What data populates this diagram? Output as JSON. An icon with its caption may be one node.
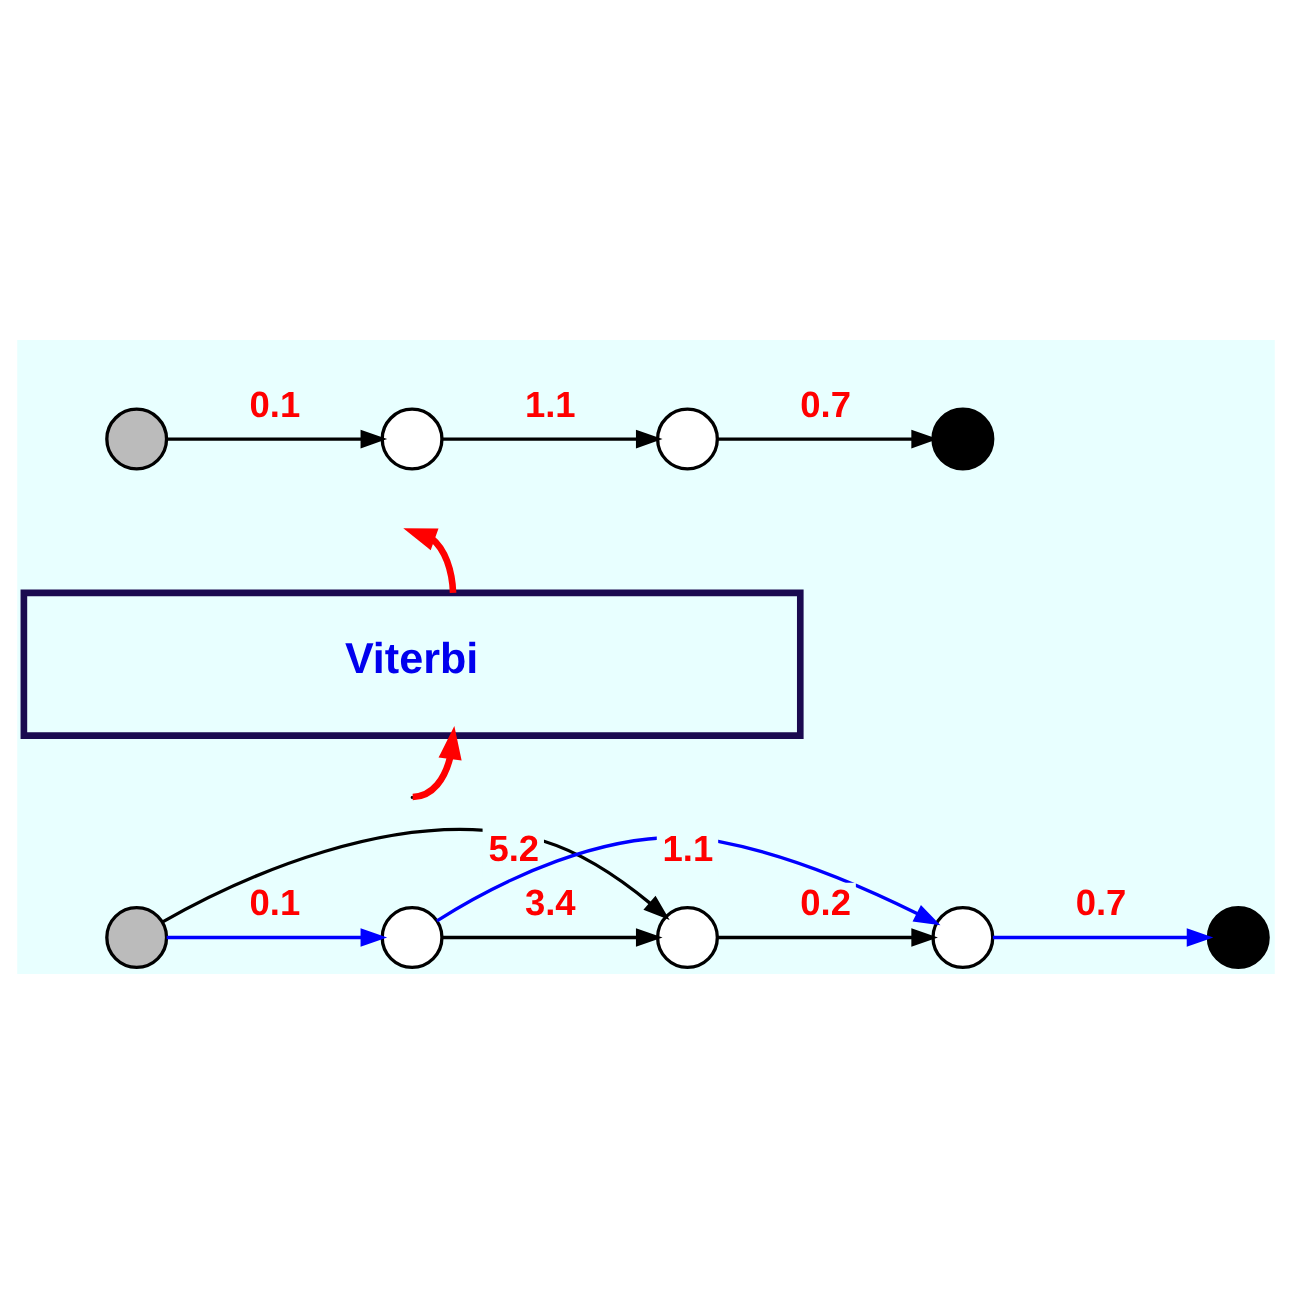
{
  "diagram": {
    "nodes": [
      {
        "text": [],
        "shape": "circle"
      },
      {
        "text": [],
        "shape": "circle"
      },
      {
        "text": [],
        "shape": "circle"
      },
      {
        "text": [],
        "shape": "circle"
      },
      {
        "text": [
          "Viterbi"
        ]
      },
      {
        "text": [],
        "shape": "circle"
      },
      {
        "text": [],
        "shape": "circle"
      },
      {
        "text": [],
        "shape": "circle"
      },
      {
        "text": [],
        "shape": "circle"
      },
      {
        "text": [],
        "shape": "circle"
      }
    ],
    "edges": [
      {
        "from": 0,
        "to": 1,
        "arrow": "to",
        "label": "0.1"
      },
      {
        "from": 1,
        "to": 2,
        "arrow": "to",
        "label": "1.1"
      },
      {
        "from": 2,
        "to": 3,
        "arrow": "to",
        "label": "0.7"
      },
      {
        "from": 4,
        "to": null,
        "arrow": "to",
        "style": "thick",
        "color": "#ff0000"
      },
      {
        "from": null,
        "to": 4,
        "arrow": "to",
        "style": "thick",
        "color": "#ff0000"
      },
      {
        "from": 5,
        "to": 6,
        "arrow": "to",
        "label": "0.1",
        "color": "#0000ff"
      },
      {
        "from": 6,
        "to": 7,
        "arrow": "to",
        "label": "3.4"
      },
      {
        "from": 7,
        "to": 8,
        "arrow": "to",
        "label": "0.2"
      },
      {
        "from": 8,
        "to": 9,
        "arrow": "to",
        "label": "0.7",
        "color": "#0000ff"
      },
      {
        "from": 5,
        "to": 7,
        "arrow": "to",
        "label": "5.2"
      },
      {
        "from": 6,
        "to": 8,
        "arrow": "to",
        "label": "1.1",
        "color": "#0000ff"
      }
    ]
  }
}
